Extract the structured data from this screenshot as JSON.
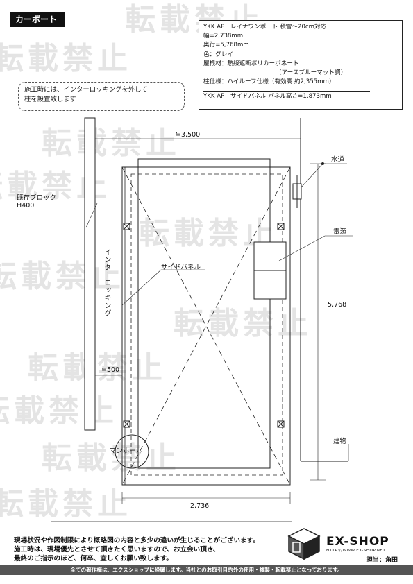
{
  "watermark": {
    "text": "転載禁止"
  },
  "header": {
    "tag": "カーポート"
  },
  "spec": {
    "lines": [
      "YKK AP　レイナワンポート 積雪〜20cm対応",
      "幅=2,738mm",
      "奥行=5,768mm",
      "色：グレイ",
      "屋根材：熱線遮断ポリカーボネート"
    ],
    "roof_note": "（アースブルーマット調）",
    "post_line": "柱仕様：ハイルーフ仕様（有効高 約2,355mm）",
    "panel_line": "YKK AP　サイドパネル パネル高さ=1,873mm"
  },
  "note": {
    "line1": "施工時には、インターロッキングを外して",
    "line2": "柱を設置致します"
  },
  "labels": {
    "dim_top": "≒3,500",
    "suido": "水道",
    "block": "既存ブロック",
    "block_h": "H400",
    "dengen": "電源",
    "interlocking": "インターロッキング",
    "side_panel": "サイドパネル",
    "dim_depth": "5,768",
    "dim_left": "≒500",
    "building": "建物",
    "manhole": "マンホール",
    "dim_width": "2,736"
  },
  "footer": {
    "line1": "現場状況や作図制限により概略図の内容と多少の違いが生じることがございます。",
    "line2": "施工時は、現場優先とさせて頂きたく思いますので、お立会い頂き、",
    "line3": "最終のご指示のほど、何卒、宜しくお願い致します。",
    "brand": "EX-SHOP",
    "url": "HTTP://WWW.EX-SHOP.NET",
    "charge": "担当：角田",
    "copyright": "全ての著作権は、エクスショップに帰属します。当社とのお取引目的外の使用・複製・転載禁止となっております。"
  }
}
